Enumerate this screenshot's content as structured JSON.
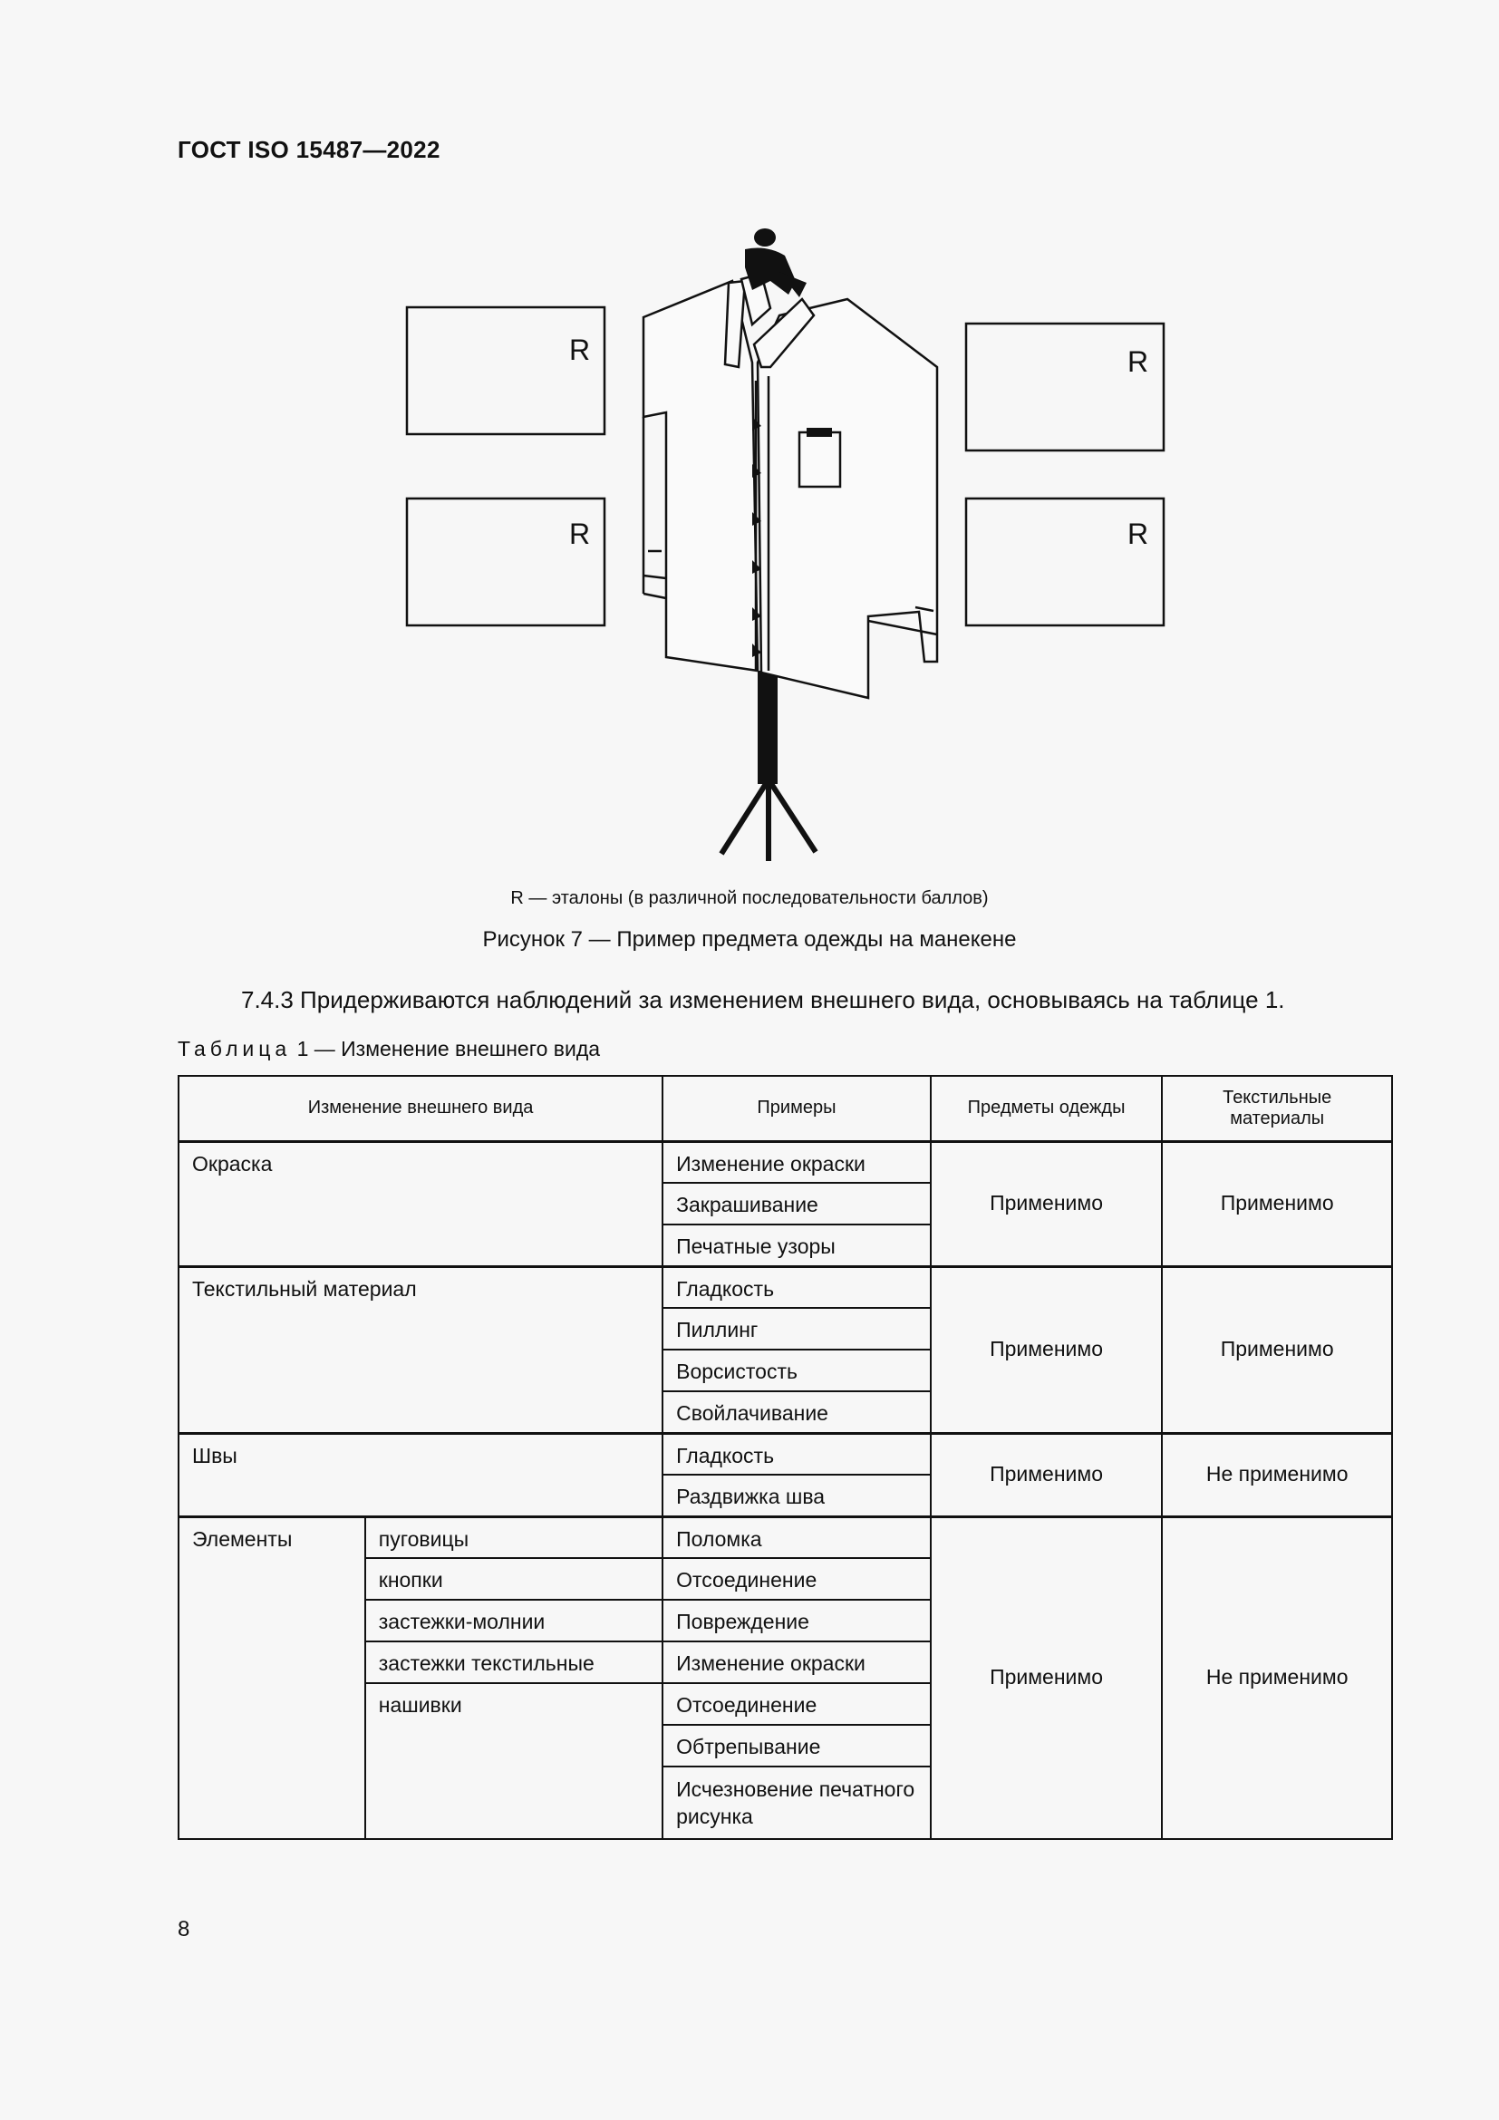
{
  "header": {
    "doc_id": "ГОСТ ISO 15487—2022"
  },
  "figure": {
    "ref_label": "R",
    "legend": "R — эталоны (в различной последовательности баллов)",
    "caption": "Рисунок 7 — Пример предмета одежды на манекене"
  },
  "paragraph": "7.4.3  Придерживаются наблюдений за изменением внешнего вида, основываясь на таблице 1.",
  "table": {
    "title_word": "Таблица",
    "title_rest": " 1 — Изменение внешнего вида",
    "headers": [
      "Изменение внешнего вида",
      "Примеры",
      "Предметы одежды",
      "Текстильные материалы"
    ],
    "groups": {
      "g1": {
        "name": "Окраска",
        "examples": [
          "Изменение окраски",
          "Закрашивание",
          "Печатные узоры"
        ],
        "garments": "Применимо",
        "textiles": "Применимо"
      },
      "g2": {
        "name": "Текстильный материал",
        "examples": [
          "Гладкость",
          "Пиллинг",
          "Ворсистость",
          "Свойлачивание"
        ],
        "garments": "Применимо",
        "textiles": "Применимо"
      },
      "g3": {
        "name": "Швы",
        "examples": [
          "Гладкость",
          "Раздвижка шва"
        ],
        "garments": "Применимо",
        "textiles": "Не применимо"
      },
      "g4": {
        "name": "Элементы",
        "subitems": [
          "пуговицы",
          "кнопки",
          "застежки-молнии",
          "застежки текстильные",
          "нашивки"
        ],
        "examples": [
          "Поломка",
          "Отсоединение",
          "Повреждение",
          "Изменение окраски",
          "Отсоединение",
          "Обтрепывание",
          "Исчезновение печатного рисунка"
        ],
        "garments": "Применимо",
        "textiles": "Не применимо"
      }
    }
  },
  "page_number": "8"
}
